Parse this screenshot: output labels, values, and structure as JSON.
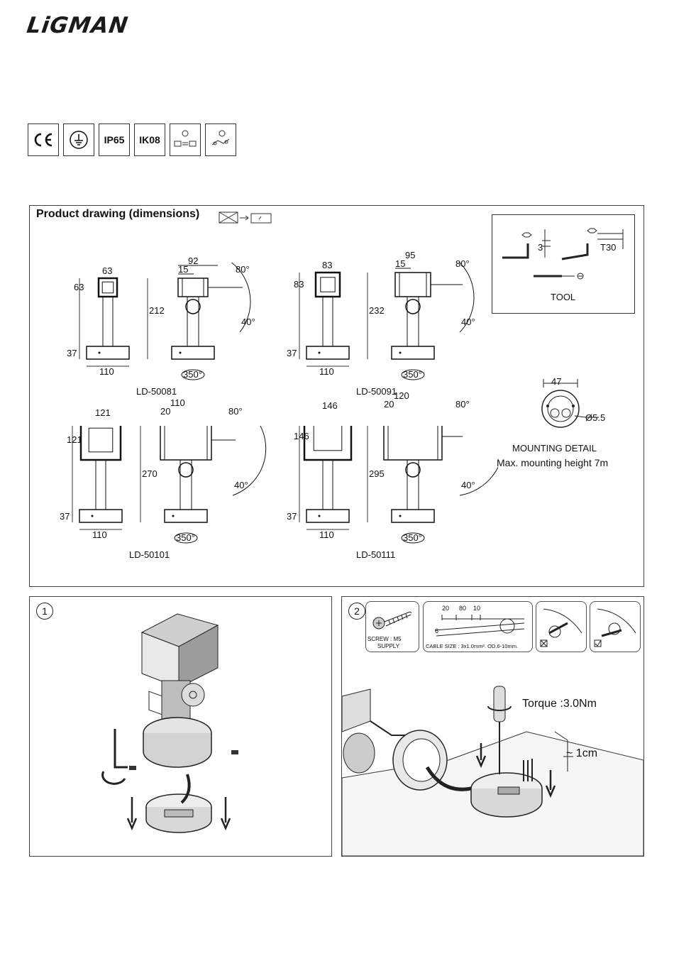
{
  "brand": {
    "logo": "LiGMAN"
  },
  "certifications": [
    "CE",
    "earth-ground",
    "IP65",
    "IK08",
    "voltage-switch",
    "driver-connection"
  ],
  "cert_text": {
    "ip": "IP65",
    "ik": "IK08"
  },
  "dimensions_panel": {
    "title": "Product drawing (dimensions)",
    "tool": {
      "label": "TOOL",
      "hex": "3",
      "torx": "T30"
    },
    "mounting": {
      "width": "47",
      "hole": "Ø5.5",
      "title": "MOUNTING DETAIL",
      "height_note": "Max. mounting height 7m"
    },
    "models": [
      {
        "code": "LD-50081",
        "head": "63",
        "head_h": "63",
        "total_h": "212",
        "base_h": "37",
        "base_w": "110",
        "side_w": "92",
        "offset": "15",
        "tilt_up": "80°",
        "tilt_down": "40°",
        "rotation": "350°"
      },
      {
        "code": "LD-50091",
        "head": "83",
        "head_h": "83",
        "total_h": "232",
        "base_h": "37",
        "base_w": "110",
        "side_w": "95",
        "offset": "15",
        "tilt_up": "80°",
        "tilt_down": "40°",
        "rotation": "350°"
      },
      {
        "code": "LD-50101",
        "head": "121",
        "head_h": "121",
        "total_h": "270",
        "base_h": "37",
        "base_w": "110",
        "side_w": "110",
        "offset": "20",
        "tilt_up": "80°",
        "tilt_down": "40°",
        "rotation": "350°"
      },
      {
        "code": "LD-50111",
        "head": "146",
        "head_h": "146",
        "total_h": "295",
        "base_h": "37",
        "base_w": "110",
        "side_w": "120",
        "offset": "20",
        "tilt_up": "80°",
        "tilt_down": "40°",
        "rotation": "350°"
      }
    ]
  },
  "step1": {
    "number": "1"
  },
  "step2": {
    "number": "2",
    "screw": {
      "line1": "SCREW : M5",
      "line2": "SUPPLY"
    },
    "cable": {
      "label": "CABLE SIZE : 3x1.0mm². OD.6-10mm.",
      "d1": "20",
      "d2": "80",
      "d3": "10",
      "d4": "6"
    },
    "torque": "Torque :3.0Nm",
    "strip": "~ 1cm"
  }
}
